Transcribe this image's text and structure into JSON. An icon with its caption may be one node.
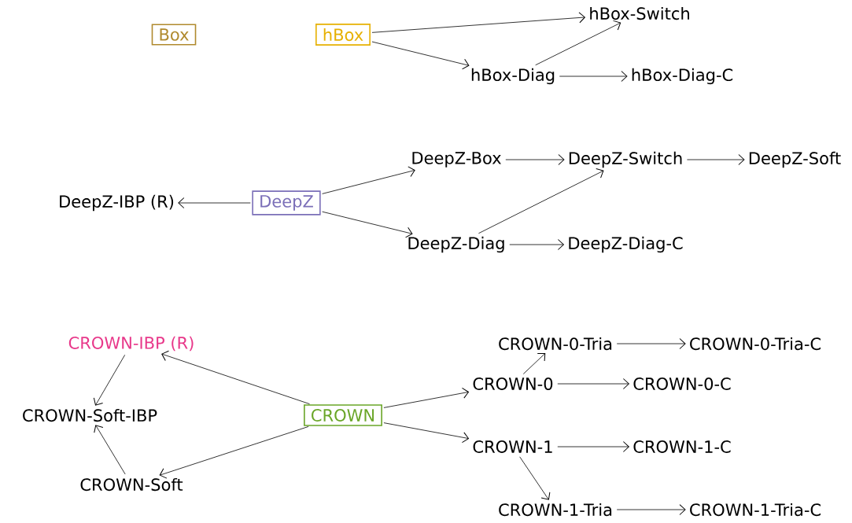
{
  "diagram": {
    "nodes": [
      {
        "text": [
          "Box"
        ]
      },
      {
        "text": [
          "hBox"
        ]
      },
      {
        "text": [
          "hBox-Switch"
        ]
      },
      {
        "text": [
          "hBox-Diag"
        ]
      },
      {
        "text": [
          "hBox-Diag-C"
        ]
      },
      {
        "text": [
          "DeepZ"
        ]
      },
      {
        "text": [
          "DeepZ-IBP (R)"
        ]
      },
      {
        "text": [
          "DeepZ-Box"
        ]
      },
      {
        "text": [
          "DeepZ-Switch"
        ]
      },
      {
        "text": [
          "DeepZ-Soft"
        ]
      },
      {
        "text": [
          "DeepZ-Diag"
        ]
      },
      {
        "text": [
          "DeepZ-Diag-C"
        ]
      },
      {
        "text": [
          "CROWN-IBP (R)"
        ]
      },
      {
        "text": [
          "CROWN-Soft-IBP"
        ]
      },
      {
        "text": [
          "CROWN-Soft"
        ]
      },
      {
        "text": [
          "CROWN"
        ]
      },
      {
        "text": [
          "CROWN-0-Tria"
        ]
      },
      {
        "text": [
          "CROWN-0-Tria-C"
        ]
      },
      {
        "text": [
          "CROWN-0"
        ]
      },
      {
        "text": [
          "CROWN-0-C"
        ]
      },
      {
        "text": [
          "CROWN-1"
        ]
      },
      {
        "text": [
          "CROWN-1-C"
        ]
      },
      {
        "text": [
          "CROWN-1-Tria"
        ]
      },
      {
        "text": [
          "CROWN-1-Tria-C"
        ]
      }
    ],
    "edges": [
      {
        "from": 1,
        "to": 2,
        "arrow": "to"
      },
      {
        "from": 1,
        "to": 3,
        "arrow": "to"
      },
      {
        "from": 3,
        "to": 2,
        "arrow": "to"
      },
      {
        "from": 3,
        "to": 4,
        "arrow": "to"
      },
      {
        "from": 5,
        "to": 6,
        "arrow": "to"
      },
      {
        "from": 5,
        "to": 7,
        "arrow": "to"
      },
      {
        "from": 5,
        "to": 10,
        "arrow": "to"
      },
      {
        "from": 7,
        "to": 8,
        "arrow": "to"
      },
      {
        "from": 10,
        "to": 8,
        "arrow": "to"
      },
      {
        "from": 8,
        "to": 9,
        "arrow": "to"
      },
      {
        "from": 10,
        "to": 11,
        "arrow": "to"
      },
      {
        "from": 15,
        "to": 12,
        "arrow": "to"
      },
      {
        "from": 15,
        "to": 14,
        "arrow": "to"
      },
      {
        "from": 12,
        "to": 13,
        "arrow": "to"
      },
      {
        "from": 14,
        "to": 13,
        "arrow": "to"
      },
      {
        "from": 15,
        "to": 18,
        "arrow": "to"
      },
      {
        "from": 15,
        "to": 20,
        "arrow": "to"
      },
      {
        "from": 18,
        "to": 16,
        "arrow": "to"
      },
      {
        "from": 16,
        "to": 17,
        "arrow": "to"
      },
      {
        "from": 18,
        "to": 19,
        "arrow": "to"
      },
      {
        "from": 20,
        "to": 21,
        "arrow": "to"
      },
      {
        "from": 20,
        "to": 22,
        "arrow": "to"
      },
      {
        "from": 22,
        "to": 23,
        "arrow": "to"
      }
    ]
  }
}
